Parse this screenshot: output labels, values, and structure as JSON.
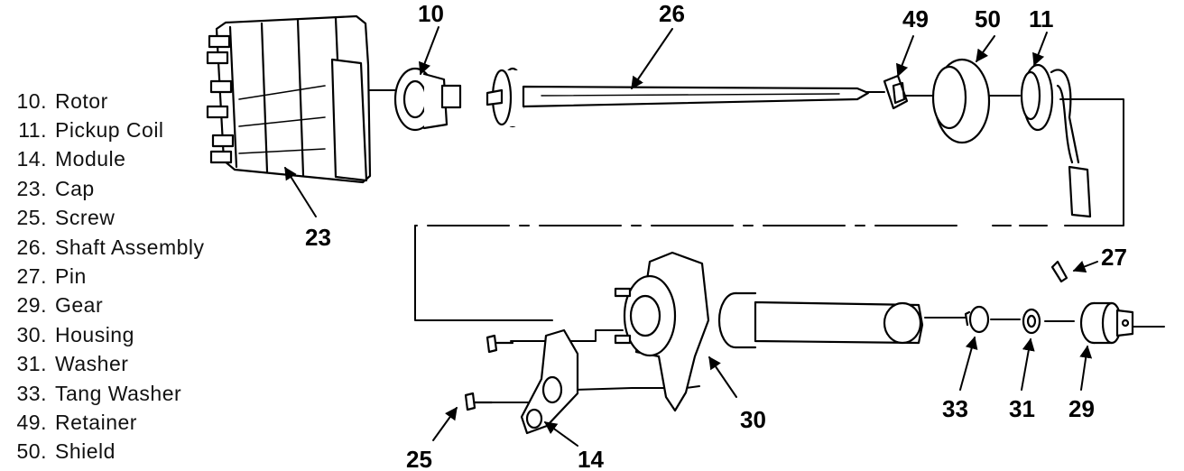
{
  "legend": [
    {
      "num": "10.",
      "name": "Rotor"
    },
    {
      "num": "11.",
      "name": "Pickup Coil"
    },
    {
      "num": "14.",
      "name": "Module"
    },
    {
      "num": "23.",
      "name": "Cap"
    },
    {
      "num": "25.",
      "name": "Screw"
    },
    {
      "num": "26.",
      "name": "Shaft Assembly"
    },
    {
      "num": "27.",
      "name": "Pin"
    },
    {
      "num": "29.",
      "name": "Gear"
    },
    {
      "num": "30.",
      "name": "Housing"
    },
    {
      "num": "31.",
      "name": "Washer"
    },
    {
      "num": "33.",
      "name": "Tang Washer"
    },
    {
      "num": "49.",
      "name": "Retainer"
    },
    {
      "num": "50.",
      "name": "Shield"
    }
  ],
  "callouts": {
    "c10": "10",
    "c26": "26",
    "c49": "49",
    "c50": "50",
    "c11": "11",
    "c23": "23",
    "c27": "27",
    "c30": "30",
    "c33": "33",
    "c31": "31",
    "c29": "29",
    "c25": "25",
    "c14": "14"
  }
}
